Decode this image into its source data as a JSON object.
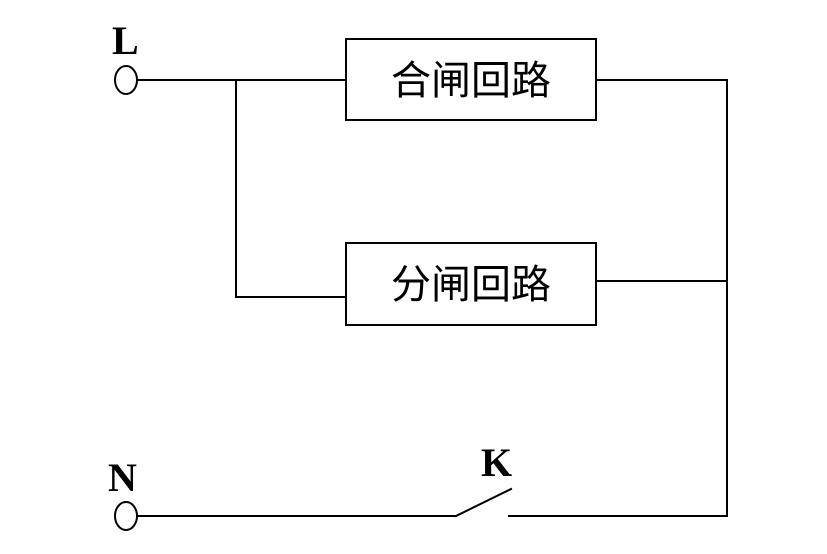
{
  "terminals": {
    "live_label": "L",
    "neutral_label": "N",
    "switch_label": "K"
  },
  "blocks": {
    "closing_circuit_label": "合闸回路",
    "opening_circuit_label": "分闸回路"
  },
  "colors": {
    "line": "#000000",
    "background": "#ffffff"
  }
}
